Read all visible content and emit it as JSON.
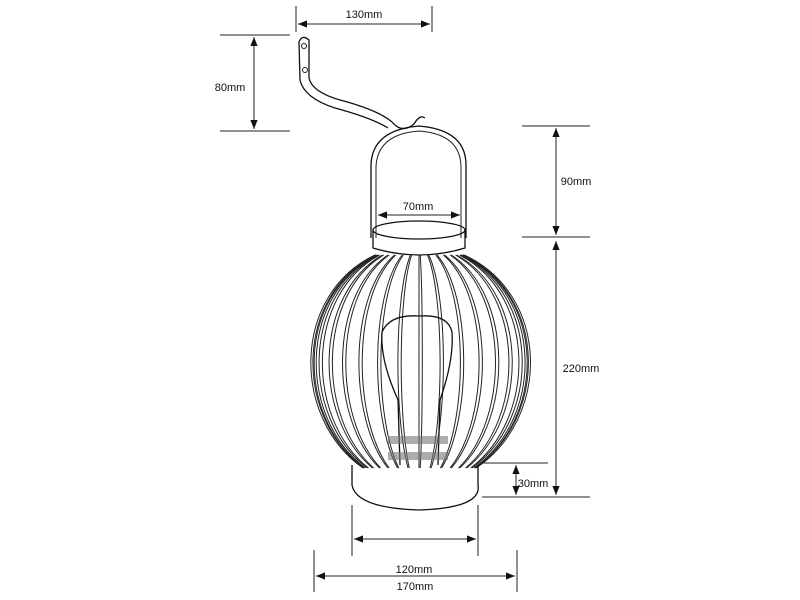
{
  "title": "Lantern dimension drawing",
  "dimensions": {
    "bracket_width": "130mm",
    "bracket_height": "80mm",
    "handle_height": "90mm",
    "top_diameter": "70mm",
    "body_height": "220mm",
    "base_height": "30mm",
    "base_diameter": "120mm",
    "body_diameter": "170mm"
  }
}
